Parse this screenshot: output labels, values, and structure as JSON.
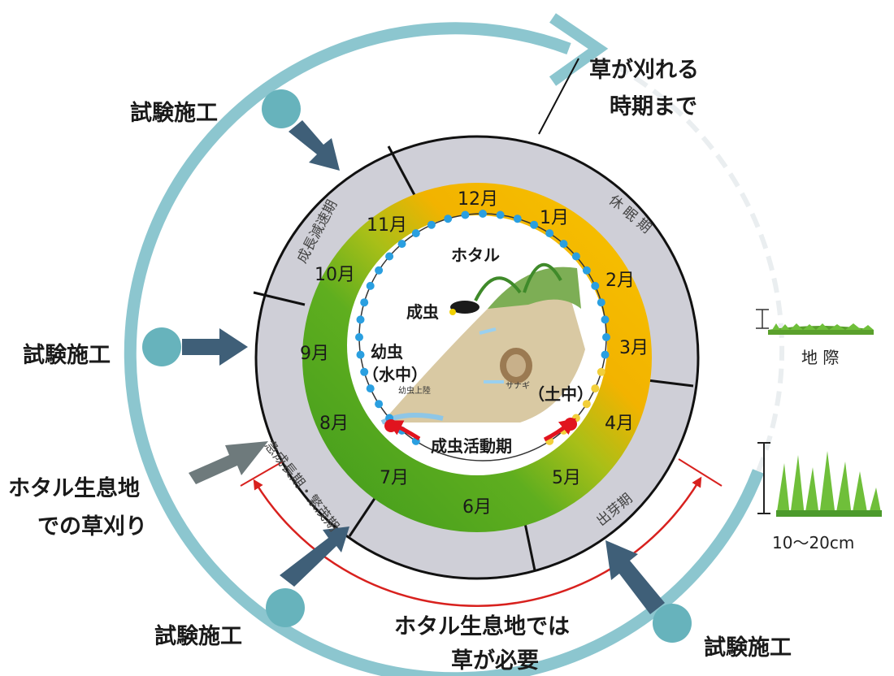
{
  "colors": {
    "outer_cycle": "#8cc6cf",
    "node": "#67b3bc",
    "arrow_dark": "#3f5f78",
    "arrow_gray": "#6e7a7c",
    "season_ring": "#cfcfd7",
    "month_green": "#4ea020",
    "month_yellow": "#f4b400",
    "dot_blue": "#2a9fe0",
    "dot_yellow": "#f2cf3a",
    "dot_red": "#e1141e",
    "arc_red": "#d8211e"
  },
  "labels": {
    "top_right_line1": "草が刈れる",
    "top_right_line2": "時期まで",
    "trial_1": "試験施工",
    "trial_2": "試験施工",
    "trial_3": "試験施工",
    "trial_4": "試験施工",
    "firefly_cut_line1": "ホタル生息地",
    "firefly_cut_line2": "での草刈り",
    "firefly_need_line1": "ホタル生息地では",
    "firefly_need_line2": "草が必要",
    "ground_level": "地 際",
    "height_range": "10～20cm"
  },
  "seasons": {
    "dormant": "休 眠 期",
    "slow_growth": "成長減速期",
    "rapid_growth": "急成長期・繁茂期",
    "sprouting": "出芽期"
  },
  "months": {
    "m12": "12月",
    "m1": "1月",
    "m2": "2月",
    "m3": "3月",
    "m4": "4月",
    "m5": "5月",
    "m6": "6月",
    "m7": "7月",
    "m8": "8月",
    "m9": "9月",
    "m10": "10月",
    "m11": "11月"
  },
  "lifecycle": {
    "firefly": "ホタル",
    "adult": "成虫",
    "larva_line1": "幼虫",
    "larva_line2": "（水中）",
    "soil": "（土中）",
    "pupa_small": "サナギ",
    "landing_small": "幼虫上陸",
    "adult_active": "成虫活動期"
  }
}
